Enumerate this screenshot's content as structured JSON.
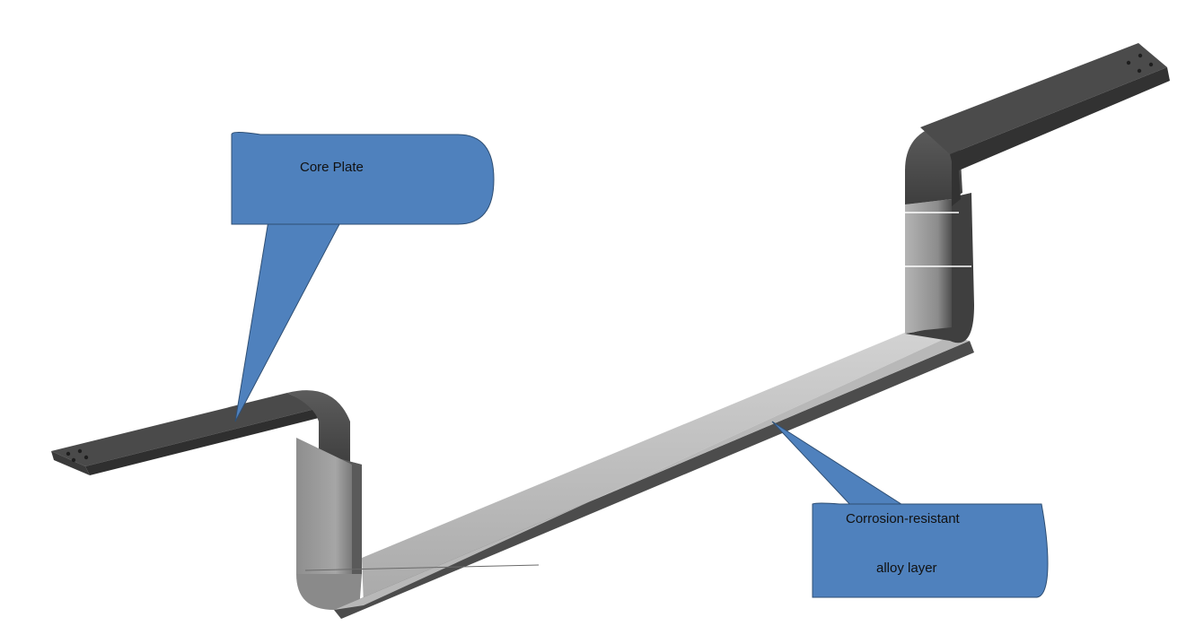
{
  "diagram": {
    "callouts": [
      {
        "id": "core",
        "text": [
          "Core Plate"
        ]
      },
      {
        "id": "alloy",
        "text": [
          "Corrosion-resistant",
          "alloy layer"
        ]
      }
    ],
    "colors": {
      "callout_fill": "#4f81bd",
      "callout_border": "#2f4f74",
      "core_plate_dark": "#454545",
      "core_plate_mid": "#5a5a5a",
      "alloy_light": "#c4c4c4",
      "alloy_mid": "#9a9a9a",
      "alloy_dark": "#4a4a4a"
    }
  }
}
